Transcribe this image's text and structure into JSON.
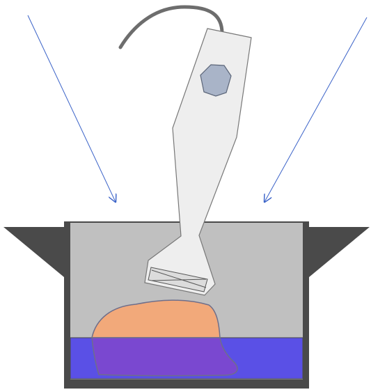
{
  "diagram": {
    "objects": {
      "arrows": [
        "arrow-left",
        "arrow-right"
      ],
      "blender": [
        "hand-blender-body",
        "blender-button",
        "blender-cord",
        "blender-blade-head",
        "blender-blade"
      ],
      "pot": [
        "pot-handle-left",
        "pot-handle-right",
        "pot-body",
        "pot-water",
        "food-mass"
      ]
    },
    "colors": {
      "arrow": "#3b63c8",
      "pot_frame": "#4a4a4a",
      "pot_interior": "#c0c0c0",
      "pot_handle": "#4a4a4a",
      "water": "#5a50e6",
      "food": "#f2a97a",
      "food_submerged": "#7a48d0",
      "blender_body": "#eeeeee",
      "blender_outline": "#777777",
      "blender_button": "#a9b4c8",
      "cord": "#6d6d6d"
    }
  }
}
